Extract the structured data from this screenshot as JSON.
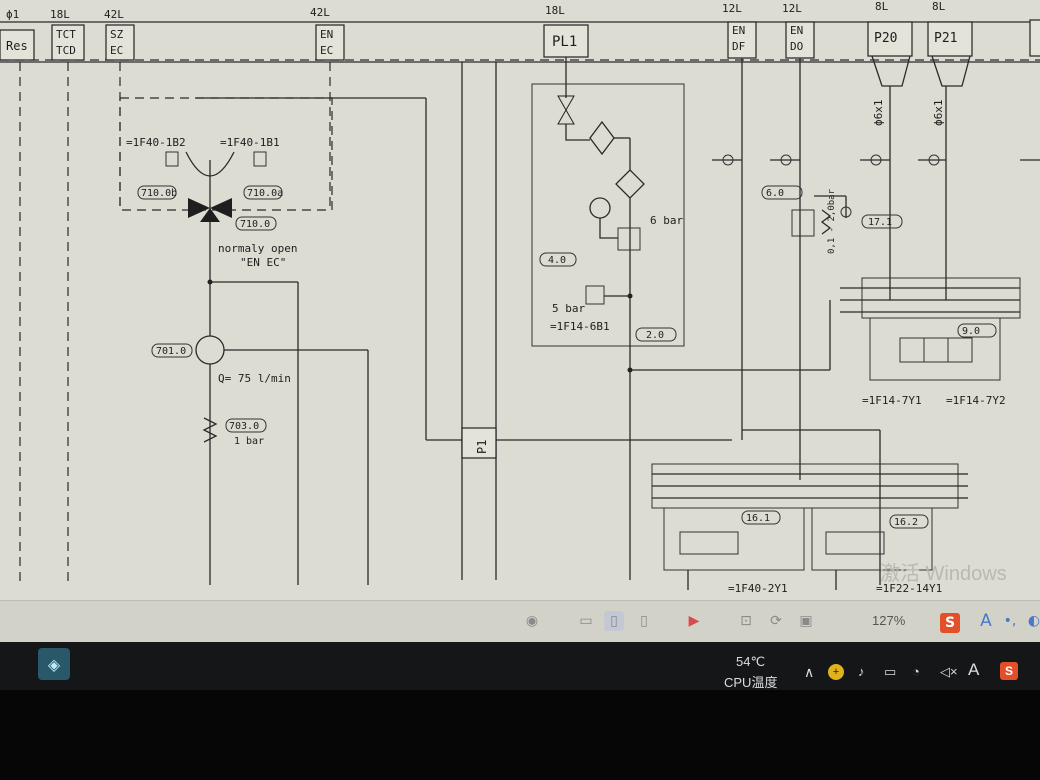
{
  "schematic": {
    "top_labels": [
      {
        "text": "ϕ1"
      },
      {
        "text": "18L"
      },
      {
        "text": "42L"
      },
      {
        "text": "42L"
      },
      {
        "text": "18L"
      },
      {
        "text": "12L"
      },
      {
        "text": "12L"
      },
      {
        "text": "8L"
      },
      {
        "text": "8L"
      }
    ],
    "header_boxes": [
      "Res",
      "TCT\nTCD",
      "SZ\nEC",
      "EN\nEC",
      "PL1",
      "EN\nDF",
      "EN\nDO",
      "P20",
      "P21"
    ],
    "tags": [
      "=1F40-1B2",
      "=1F40-1B1",
      "710.0b",
      "710.0a",
      "710.0",
      "normaly open",
      "\"EN EC\"",
      "701.0",
      "Q= 75 l/min",
      "703.0",
      "1 bar",
      "4.0",
      "5 bar",
      "=1F14-6B1",
      "2.0",
      "6 bar",
      "6.0",
      "0,1 - 2,0bar",
      "17.1",
      "9.0",
      "=1F14-7Y1",
      "=1F14-7Y2",
      "P1",
      "16.1",
      "16.2",
      "=1F40-2Y1",
      "=1F22-14Y1",
      "ϕ6x1",
      "ϕ6x1"
    ]
  },
  "pdf_toolbar": {
    "zoom": "127%"
  },
  "taskbar": {
    "temperature": "54℃",
    "cpu_label": "CPU温度",
    "ime_label": "A",
    "ime_s": "S",
    "windows_watermark": "激活 Windows"
  },
  "colors": {
    "taskbar_bg": "#141618",
    "accent_orange": "#e2502a",
    "paper": "#dcdcd3"
  },
  "icons": [
    "eye-icon",
    "page-icon",
    "play-icon",
    "fit-icon",
    "rotate-icon",
    "page-view-icon",
    "sogou-icon",
    "chevron-up-icon",
    "yellow-badge-icon",
    "bell-icon",
    "battery-icon",
    "wifi-icon",
    "mute-icon"
  ]
}
